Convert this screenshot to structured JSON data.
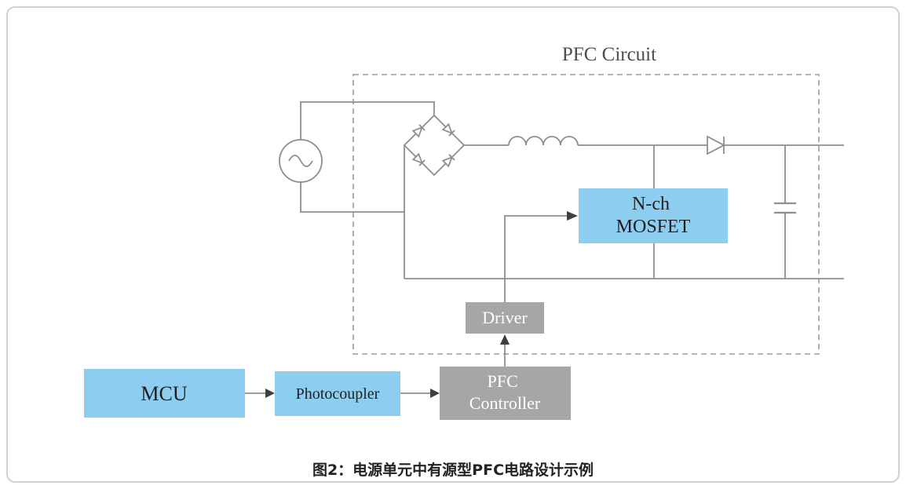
{
  "figure": {
    "region_label": "PFC Circuit",
    "caption": "图2：电源单元中有源型PFC电路设计示例"
  },
  "blocks": {
    "mcu": {
      "label": "MCU"
    },
    "photocoupler": {
      "label": "Photocoupler"
    },
    "pfc_controller": {
      "line1": "PFC",
      "line2": "Controller"
    },
    "driver": {
      "label": "Driver"
    },
    "mosfet": {
      "line1": "N-ch",
      "line2": "MOSFET"
    }
  },
  "icons": {
    "ac_source": "ac-source-icon",
    "bridge_rectifier": "bridge-rectifier-icon",
    "inductor": "inductor-icon",
    "boost_diode": "diode-icon",
    "output_capacitor": "capacitor-icon"
  },
  "colors": {
    "block_blue": "#8DCEF0",
    "block_gray": "#A6A6A6",
    "wire": "#8E8E8E",
    "arrow": "#3F3F3F",
    "dashed_border": "#9A9A9A",
    "text_dark": "#1F1F1F",
    "text_white": "#FFFFFF",
    "region_label": "#4D4D4D",
    "frame_border": "#D0D0D0",
    "caption_text": "#222222"
  }
}
